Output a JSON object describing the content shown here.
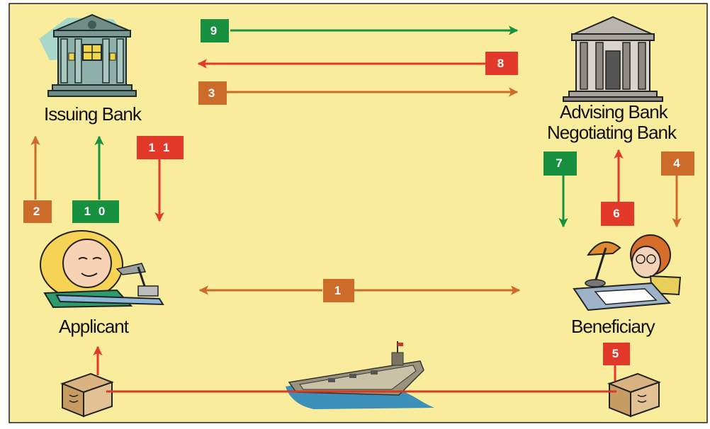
{
  "nodes": {
    "issuing_bank": "Issuing Bank",
    "advising_bank": "Advising Bank",
    "negotiating_bank": "Negotiating Bank",
    "applicant": "Applicant",
    "beneficiary": "Beneficiary"
  },
  "steps": {
    "s1": "1",
    "s2": "2",
    "s3": "3",
    "s4": "4",
    "s5": "5",
    "s6": "6",
    "s7": "7",
    "s8": "8",
    "s9": "9",
    "s10": "1 0",
    "s11": "1 1"
  },
  "colors": {
    "background": "#f9ec9c",
    "green": "#17913f",
    "red": "#e2392b",
    "orange": "#cc6b2a",
    "ship_route": "#d93a22"
  },
  "icons": [
    "bank-building-icon",
    "applicant-person-icon",
    "beneficiary-person-icon",
    "package-box-icon",
    "cargo-ship-icon"
  ]
}
